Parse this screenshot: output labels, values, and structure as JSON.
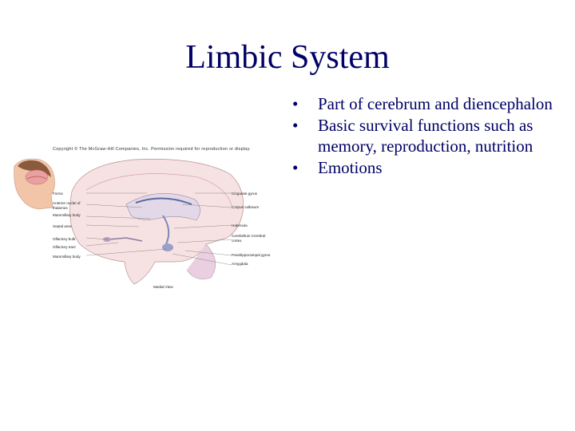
{
  "slide": {
    "title": "Limbic System",
    "bullets": [
      "Part of cerebrum and diencephalon",
      "Basic survival functions such as memory, reproduction, nutrition",
      "Emotions"
    ]
  },
  "figure": {
    "copyright": "Copyright © The McGraw-Hill Companies, Inc. Permission required for reproduction or display.",
    "left_labels": [
      "Fornix",
      "Anterior nuclei of thalamus",
      "Mammillary body",
      "Septal area",
      "Olfactory bulb",
      "Olfactory tract",
      "Mammillary body"
    ],
    "right_labels": [
      "Cingulate gyrus",
      "Corpus callosum",
      "Habenula",
      "Cerebellum Cerebral cortex",
      "Parahippocampal gyrus",
      "Amygdala"
    ],
    "caption": "Medial View"
  }
}
